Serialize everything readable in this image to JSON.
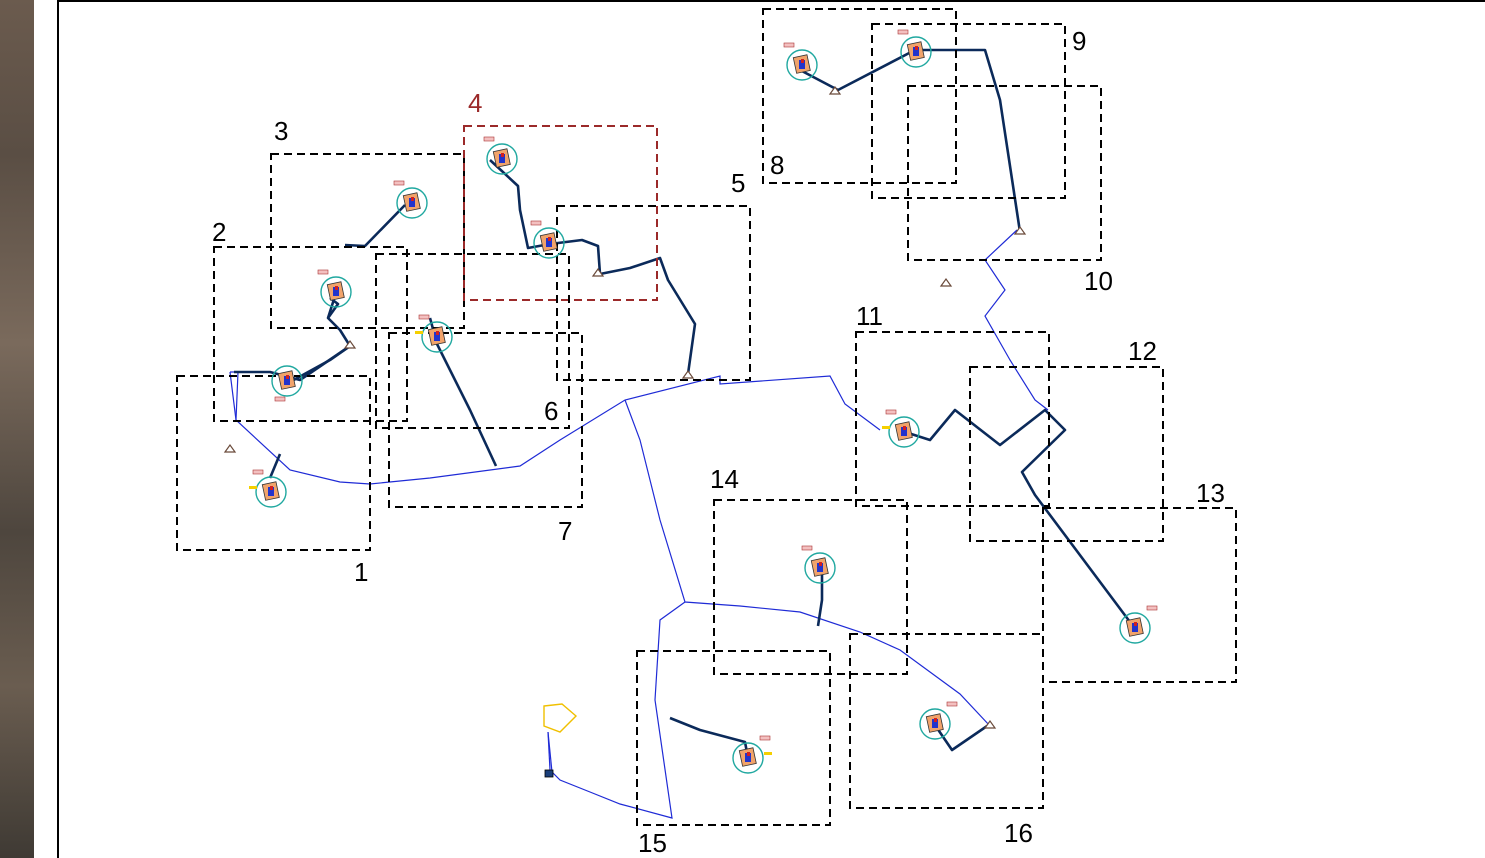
{
  "boxes": [
    {
      "label": "1",
      "highlight": false
    },
    {
      "label": "2",
      "highlight": false
    },
    {
      "label": "3",
      "highlight": false
    },
    {
      "label": "4",
      "highlight": true
    },
    {
      "label": "5",
      "highlight": false
    },
    {
      "label": "6",
      "highlight": false
    },
    {
      "label": "7",
      "highlight": false
    },
    {
      "label": "8",
      "highlight": false
    },
    {
      "label": "9",
      "highlight": false
    },
    {
      "label": "10",
      "highlight": false
    },
    {
      "label": "11",
      "highlight": false
    },
    {
      "label": "12",
      "highlight": false
    },
    {
      "label": "13",
      "highlight": false
    },
    {
      "label": "14",
      "highlight": false
    },
    {
      "label": "15",
      "highlight": false
    },
    {
      "label": "16",
      "highlight": false
    }
  ],
  "colors": {
    "box_stroke": "#000000",
    "highlight_stroke": "#9b2a2a",
    "thin_route": "#1f2bd6",
    "thick_route": "#0b2a5a",
    "ring": "#20a8a0",
    "pad_fill": "#f1a36b",
    "pad_core": "#2233cc",
    "pad_mark": "#d21f1f",
    "tag_fill": "#f3c0c0",
    "tag_accent": "#f5d000",
    "outline_shape": "#f0c000"
  }
}
